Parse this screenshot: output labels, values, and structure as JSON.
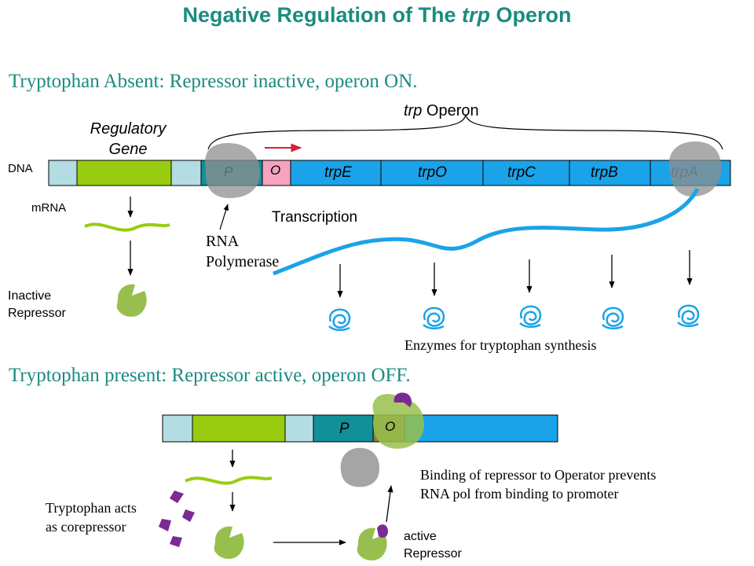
{
  "title": {
    "main": "Negative Regulation of The ",
    "italic": "trp",
    "end": " Operon"
  },
  "section_on": {
    "heading": "Tryptophan Absent: Repressor inactive, operon ON."
  },
  "section_off": {
    "heading": "Tryptophan present: Repressor active, operon OFF."
  },
  "labels": {
    "operon_prefix": "trp",
    "operon_suffix": " Operon",
    "regulatory_line1": "Regulatory",
    "regulatory_line2": "Gene",
    "dna": "DNA",
    "mrna": "mRNA",
    "transcription": "Transcription",
    "rna_pol_line1": "RNA",
    "rna_pol_line2": "Polymerase",
    "inactive_line1": "Inactive",
    "inactive_line2": "Repressor",
    "enzymes": "Enzymes for tryptophan synthesis",
    "corepressor_line1": "Tryptophan acts",
    "corepressor_line2": "as corepressor",
    "active_line1": "active",
    "active_line2": "Repressor",
    "binding_line1": "Binding of repressor to Operator prevents",
    "binding_line2": "RNA pol from binding to promoter"
  },
  "genes": {
    "promoter": "P",
    "operator": "O",
    "trpE": "trpE",
    "trpO": "trpO",
    "trpC": "trpC",
    "trpB": "trpB",
    "trpA": "trpA"
  },
  "colors": {
    "heading": "#1a8c80",
    "gene_blue": "#1aa3e8",
    "regulatory_green": "#99cc11",
    "spacer": "#b3dde3",
    "promoter_teal": "#12909a",
    "operator_pink": "#f5a3be",
    "repressor_green": "#98bf4e",
    "tryptophan_purple": "#7b2a93",
    "polymerase_gray": "#8f8f8f",
    "arrow_red": "#d6203a"
  }
}
